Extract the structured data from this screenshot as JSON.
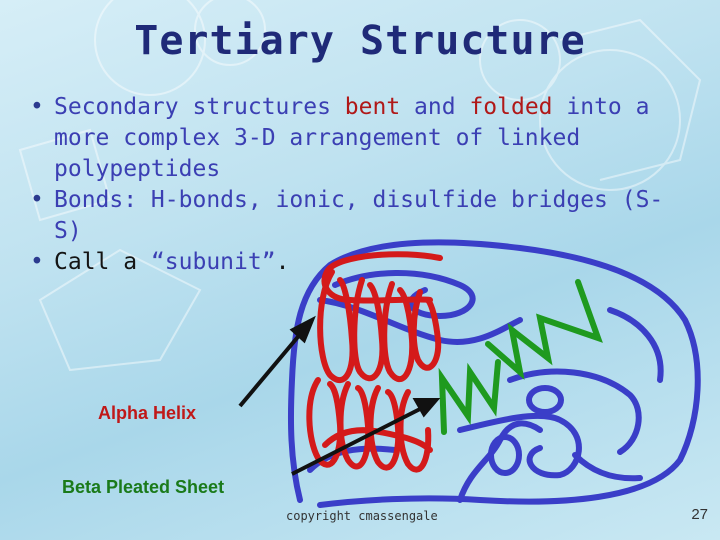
{
  "slide": {
    "title": "Tertiary Structure",
    "bullets": {
      "b1": {
        "t1": "Secondary structures ",
        "t2": "bent",
        "t3": " and ",
        "t4": "folded",
        "t5": " into a more complex 3-D arrangement of linked polypeptides"
      },
      "b2": {
        "t1": "Bonds:  H-bonds, ionic, disulfide bridges (S-S)"
      },
      "b3": {
        "t1": "Call a ",
        "t2": "“subunit”",
        "t3": "."
      }
    },
    "labels": {
      "alpha_helix": "Alpha Helix",
      "beta_sheet": "Beta Pleated Sheet"
    },
    "copyright": "copyright cmassengale",
    "page_number": "27"
  },
  "colors": {
    "title": "#1f2a78",
    "bullet_blue": "#3b3fb3",
    "emphasis_red": "#b01818",
    "helix_red": "#d41a1a",
    "sheet_green": "#1f9a1f",
    "coil_blue": "#3a3ec8"
  }
}
